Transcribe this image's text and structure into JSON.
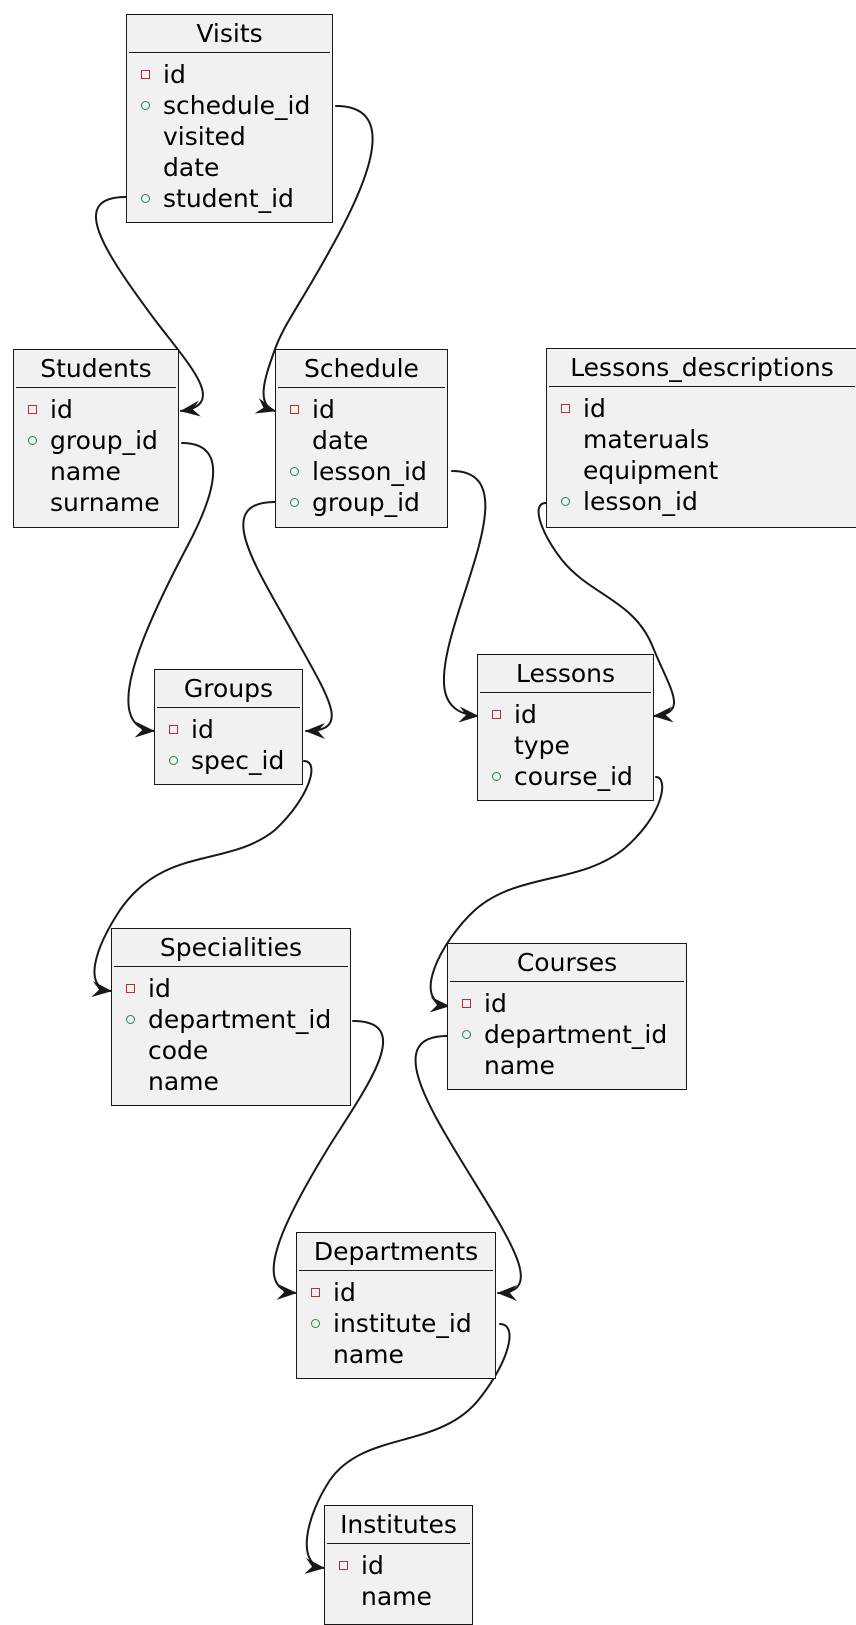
{
  "entities": [
    {
      "name": "Visits",
      "fields": [
        {
          "label": "id",
          "marker": "pk"
        },
        {
          "label": "schedule_id",
          "marker": "fk"
        },
        {
          "label": "visited",
          "marker": "none"
        },
        {
          "label": "date",
          "marker": "none"
        },
        {
          "label": "student_id",
          "marker": "fk"
        }
      ]
    },
    {
      "name": "Students",
      "fields": [
        {
          "label": "id",
          "marker": "pk"
        },
        {
          "label": "group_id",
          "marker": "fk"
        },
        {
          "label": "name",
          "marker": "none"
        },
        {
          "label": "surname",
          "marker": "none"
        }
      ]
    },
    {
      "name": "Schedule",
      "fields": [
        {
          "label": "id",
          "marker": "pk"
        },
        {
          "label": "date",
          "marker": "none"
        },
        {
          "label": "lesson_id",
          "marker": "fk"
        },
        {
          "label": "group_id",
          "marker": "fk"
        }
      ]
    },
    {
      "name": "Lessons_descriptions",
      "fields": [
        {
          "label": "id",
          "marker": "pk"
        },
        {
          "label": "materuals",
          "marker": "none"
        },
        {
          "label": "equipment",
          "marker": "none"
        },
        {
          "label": "lesson_id",
          "marker": "fk"
        }
      ]
    },
    {
      "name": "Groups",
      "fields": [
        {
          "label": "id",
          "marker": "pk"
        },
        {
          "label": "spec_id",
          "marker": "fk"
        }
      ]
    },
    {
      "name": "Lessons",
      "fields": [
        {
          "label": "id",
          "marker": "pk"
        },
        {
          "label": "type",
          "marker": "none"
        },
        {
          "label": "course_id",
          "marker": "fk"
        }
      ]
    },
    {
      "name": "Specialities",
      "fields": [
        {
          "label": "id",
          "marker": "pk"
        },
        {
          "label": "department_id",
          "marker": "fk"
        },
        {
          "label": "code",
          "marker": "none"
        },
        {
          "label": "name",
          "marker": "none"
        }
      ]
    },
    {
      "name": "Courses",
      "fields": [
        {
          "label": "id",
          "marker": "pk"
        },
        {
          "label": "department_id",
          "marker": "fk"
        },
        {
          "label": "name",
          "marker": "none"
        }
      ]
    },
    {
      "name": "Departments",
      "fields": [
        {
          "label": "id",
          "marker": "pk"
        },
        {
          "label": "institute_id",
          "marker": "fk"
        },
        {
          "label": "name",
          "marker": "none"
        }
      ]
    },
    {
      "name": "Institutes",
      "fields": [
        {
          "label": "id",
          "marker": "pk"
        },
        {
          "label": "name",
          "marker": "none"
        }
      ]
    }
  ],
  "relations": [
    {
      "from": "Visits.schedule_id",
      "to": "Schedule.id"
    },
    {
      "from": "Visits.student_id",
      "to": "Students.id"
    },
    {
      "from": "Students.group_id",
      "to": "Groups.id"
    },
    {
      "from": "Schedule.group_id",
      "to": "Groups.id"
    },
    {
      "from": "Schedule.lesson_id",
      "to": "Lessons.id"
    },
    {
      "from": "Lessons_descriptions.lesson_id",
      "to": "Lessons.id"
    },
    {
      "from": "Groups.spec_id",
      "to": "Specialities.id"
    },
    {
      "from": "Lessons.course_id",
      "to": "Courses.id"
    },
    {
      "from": "Specialities.department_id",
      "to": "Departments.id"
    },
    {
      "from": "Courses.department_id",
      "to": "Departments.id"
    },
    {
      "from": "Departments.institute_id",
      "to": "Institutes.id"
    }
  ],
  "colors": {
    "entity_fill": "#f1f1f1",
    "border": "#181818",
    "primary_key_marker": "#c82930",
    "foreign_key_marker": "#1a8a4a",
    "connector": "#181818"
  }
}
